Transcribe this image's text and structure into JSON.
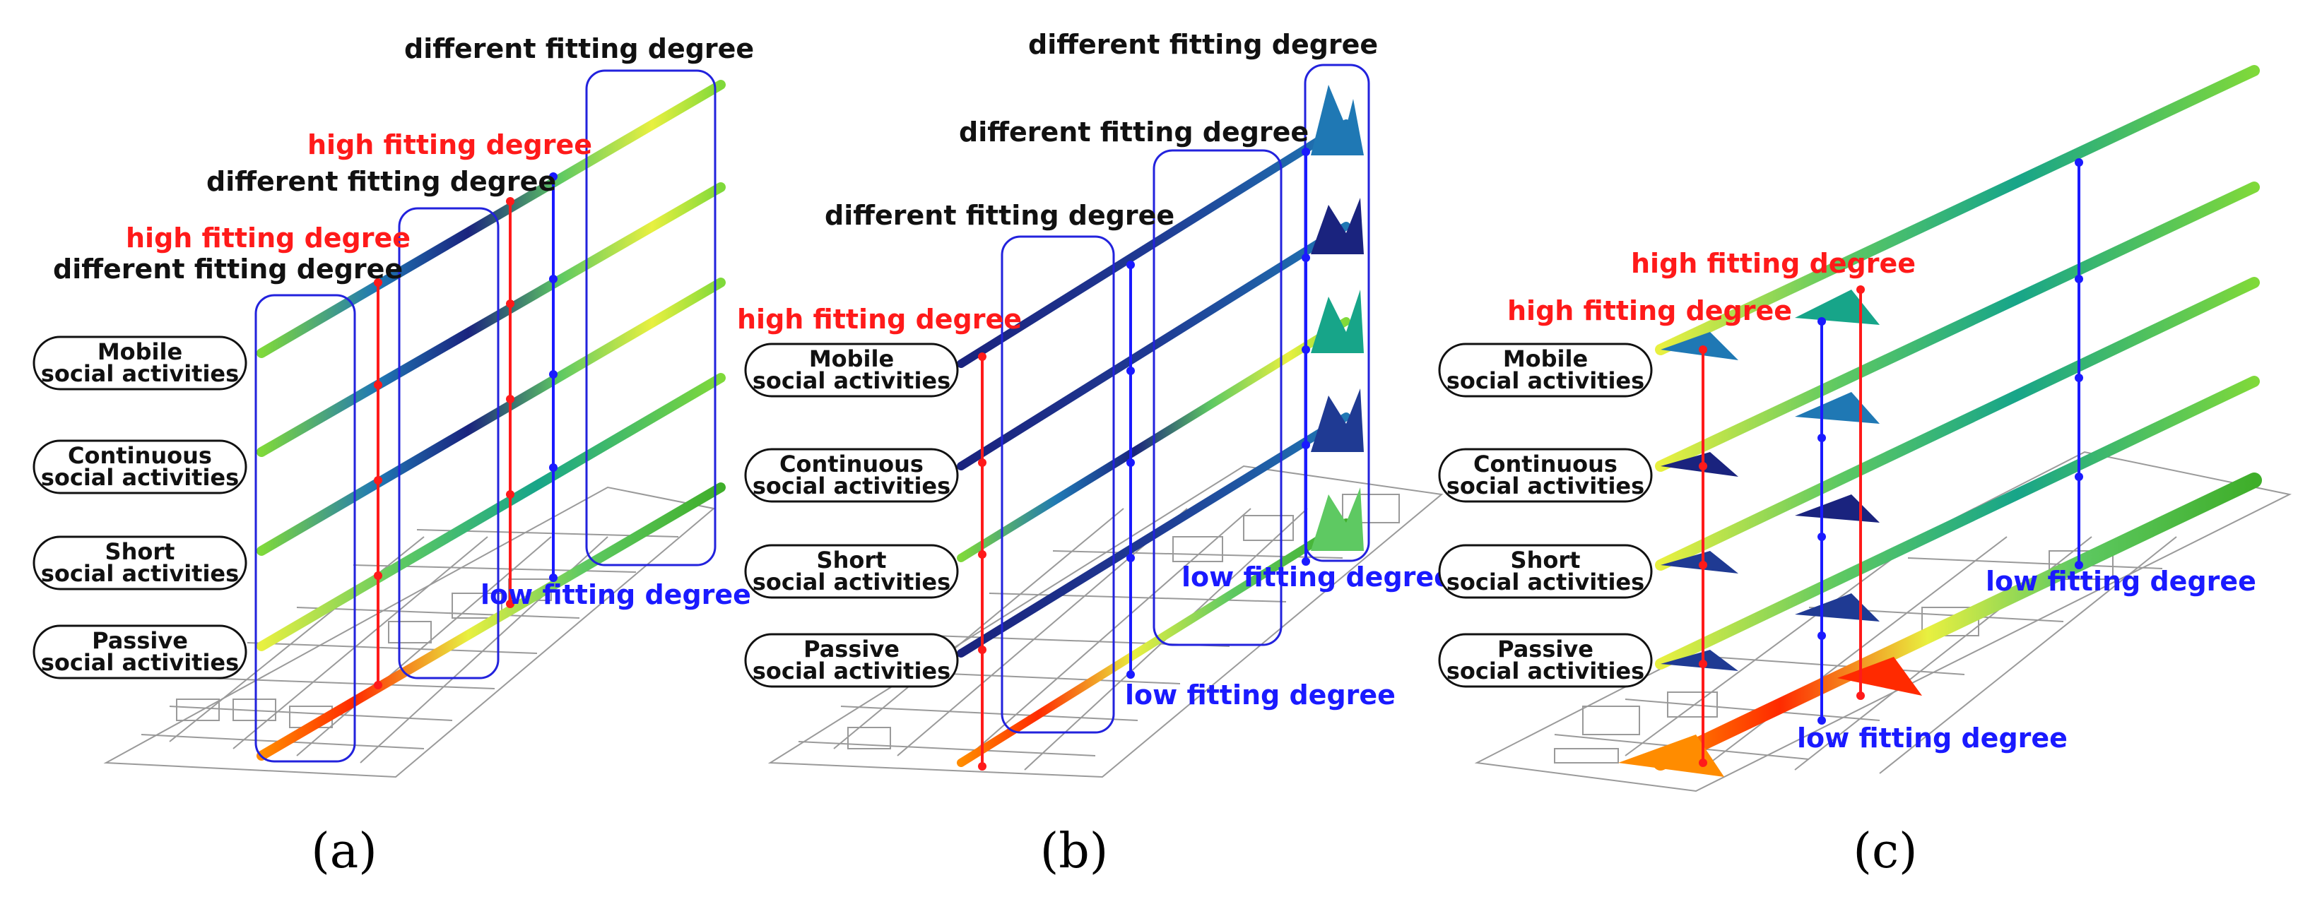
{
  "colors": {
    "red": "#ff1a1a",
    "blue": "#1a1aff",
    "black": "#111111",
    "box": "#2222dd",
    "map": "#9a9a9a",
    "gradient": [
      "#1a237e",
      "#1f78b4",
      "#17a589",
      "#5ec962",
      "#7fd93a",
      "#e8f040",
      "#ff8c00",
      "#ff2a00"
    ]
  },
  "activities": [
    {
      "line1": "Mobile",
      "line2": "social activities"
    },
    {
      "line1": "Continuous",
      "line2": "social activities"
    },
    {
      "line1": "Short",
      "line2": "social activities"
    },
    {
      "line1": "Passive",
      "line2": "social activities"
    }
  ],
  "panels": [
    {
      "letter": "(a)",
      "labels": {
        "diff_top": "different fitting degree",
        "high_1": "high fitting degree",
        "diff_mid": "different fitting degree",
        "high_2": "high fitting degree",
        "diff_left": "different fitting degree",
        "low": "low fitting degree"
      }
    },
    {
      "letter": "(b)",
      "labels": {
        "diff_top": "different fitting degree",
        "diff_mid": "different fitting degree",
        "diff_left": "different fitting degree",
        "high": "high fitting degree",
        "low_1": "low fitting degree",
        "low_2": "low fitting degree"
      }
    },
    {
      "letter": "(c)",
      "labels": {
        "high_1": "high fitting degree",
        "high_2": "high fitting degree",
        "low_1": "low fitting degree",
        "low_2": "low fitting degree"
      }
    }
  ]
}
